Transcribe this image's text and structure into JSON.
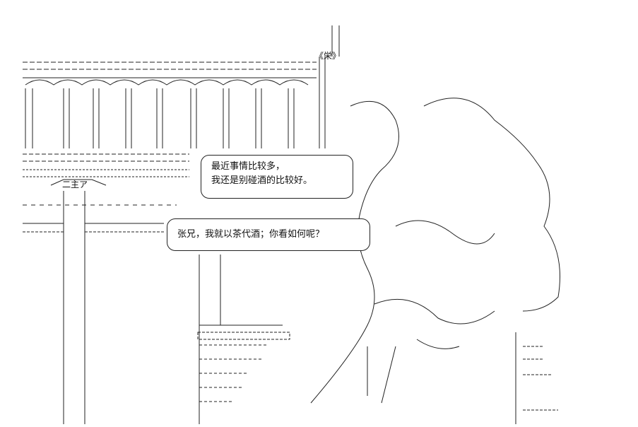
{
  "sign": {
    "text": "《栄》"
  },
  "speech_bubble_1": {
    "line1": "最近事情比较多，",
    "line2": "我还是别碰酒的比较好。"
  },
  "speech_bubble_2": {
    "text": "张兄，我就以茶代酒；你看如何呢？"
  },
  "shop_sign": {
    "text": "二主ア"
  }
}
